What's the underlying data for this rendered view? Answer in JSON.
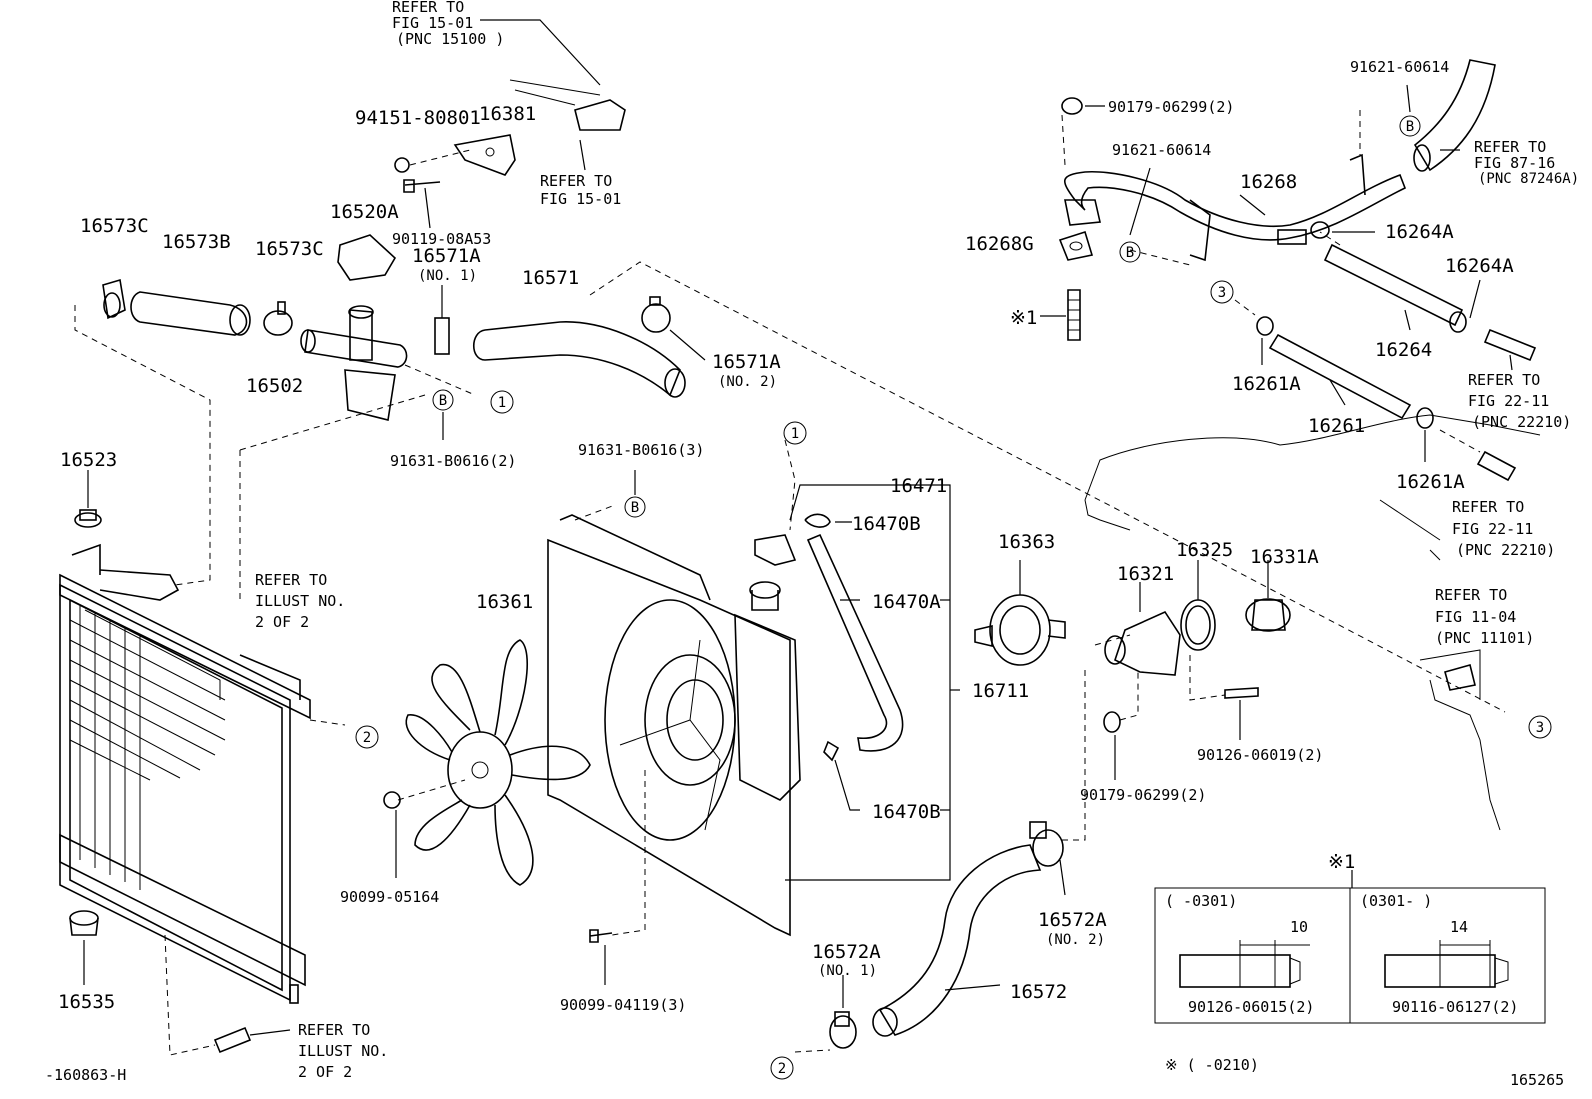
{
  "labels": {
    "refer_top1": "REFER TO",
    "refer_top2": "FIG 15-01",
    "refer_top3": "(PNC 15100 )",
    "p94151": "94151-80801",
    "p16381": "16381",
    "refer_mid1": "REFER TO",
    "refer_mid2": "FIG 15-01",
    "p90119": "90119-08A53",
    "p16573C_a": "16573C",
    "p16573B": "16573B",
    "p16573C_b": "16573C",
    "p16520A": "16520A",
    "p16571A_1": "16571A",
    "p16571A_1n": "(NO. 1)",
    "p16571": "16571",
    "p16571A_2": "16571A",
    "p16571A_2n": "(NO. 2)",
    "p16502": "16502",
    "p91631_2": "91631-B0616(2)",
    "p91631_3": "91631-B0616(3)",
    "p16523": "16523",
    "refer_ill1": "REFER TO",
    "refer_ill2": "ILLUST NO.",
    "refer_ill3": "2 OF 2",
    "p16361": "16361",
    "p16471": "16471",
    "p16470B_a": "16470B",
    "p16470A": "16470A",
    "p16470B_b": "16470B",
    "p16711": "16711",
    "p16363": "16363",
    "p16321": "16321",
    "p16325": "16325",
    "p16331A": "16331A",
    "p90099_05164": "90099-05164",
    "p90099_04119": "90099-04119(3)",
    "p16535": "16535",
    "p160863": "-160863-H",
    "refer_bot1": "REFER TO",
    "refer_bot2": "ILLUST NO.",
    "refer_bot3": "2 OF 2",
    "p16572A_1": "16572A",
    "p16572A_1n": "(NO. 1)",
    "p16572": "16572",
    "p16572A_2": "16572A",
    "p16572A_2n": "(NO. 2)",
    "p90179_b": "90179-06299(2)",
    "p90126_19": "90126-06019(2)",
    "p90179_t": "90179-06299(2)",
    "p91621_t": "91621-60614",
    "p91621_m": "91621-60614",
    "p16268": "16268",
    "p16268G": "16268G",
    "pstar1": "※1",
    "p16264A_a": "16264A",
    "p16264A_b": "16264A",
    "p16264": "16264",
    "p16261A_a": "16261A",
    "p16261": "16261",
    "p16261A_b": "16261A",
    "refer_87_1": "REFER TO",
    "refer_87_2": "FIG 87-16",
    "refer_87_3": "(PNC 87246A)",
    "refer_22a_1": "REFER TO",
    "refer_22a_2": "FIG 22-11",
    "refer_22a_3": "(PNC 22210)",
    "refer_22b_1": "REFER TO",
    "refer_22b_2": "FIG 22-11",
    "refer_22b_3": "(PNC 22210)",
    "refer_11_1": "REFER TO",
    "refer_11_2": "FIG 11-04",
    "refer_11_3": "(PNC 11101)",
    "inset_title": "※1",
    "inset_left_range": "(      -0301)",
    "inset_right_range": "(0301-      )",
    "inset_left_dim": "10",
    "inset_right_dim": "14",
    "inset_left_part": "90126-06015(2)",
    "inset_right_part": "90116-06127(2)",
    "footnote": "※ (      -0210)",
    "fig_number": "165265"
  },
  "callouts": {
    "c1": "1",
    "c2": "2",
    "c3": "3",
    "cB": "B"
  }
}
